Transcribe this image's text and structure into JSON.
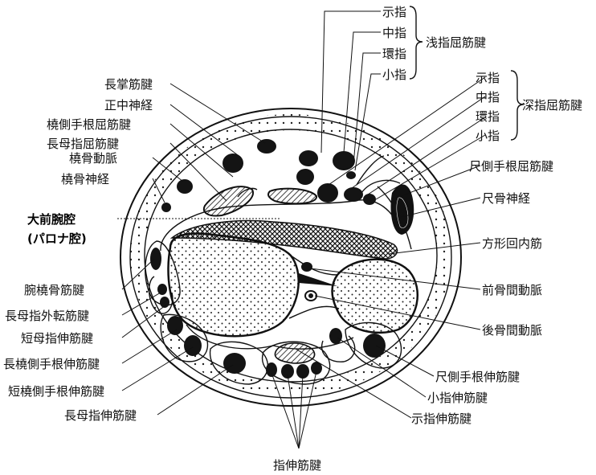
{
  "labels": {
    "superficialFlexor": {
      "index": "示指",
      "middle": "中指",
      "ring": "環指",
      "little": "小指",
      "group": "浅指屈筋腱"
    },
    "deepFlexor": {
      "index": "示指",
      "middle": "中指",
      "ring": "環指",
      "little": "小指",
      "group": "深指屈筋腱"
    },
    "palmarisLongus": "長掌筋腱",
    "medianNerve": "正中神経",
    "fcr": "橈側手根屈筋腱",
    "fpl": "長母指屈筋腱",
    "radialArtery": "橈骨動脈",
    "radialNerve": "橈骨神経",
    "forearmSpace": "大前腕腔",
    "paronaSpace": "(パロナ腔)",
    "brachioradialis": "腕橈骨筋腱",
    "apl": "長母指外転筋腱",
    "epb": "短母指伸筋腱",
    "ecrl": "長橈側手根伸筋腱",
    "ecrb": "短橈側手根伸筋腱",
    "epl": "長母指伸筋腱",
    "edc": "指伸筋腱",
    "eip": "示指伸筋腱",
    "edm": "小指伸筋腱",
    "ecu": "尺側手根伸筋腱",
    "posteriorInterosseousArtery": "後骨間動脈",
    "anteriorInterosseousArtery": "前骨間動脈",
    "pronatorQuadratus": "方形回内筋",
    "ulnarNerve": "尺骨神経",
    "fcu": "尺側手根屈筋腱"
  }
}
